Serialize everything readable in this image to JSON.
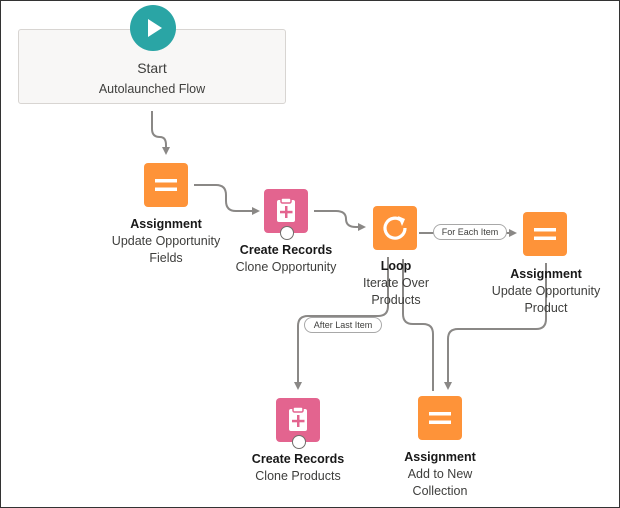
{
  "start": {
    "title": "Start",
    "subtitle": "Autolaunched Flow"
  },
  "nodes": [
    {
      "id": "assign1",
      "type": "Assignment",
      "name": "Update Opportunity Fields",
      "name_lines": [
        "Update Opportunity",
        "Fields"
      ],
      "icon": "equals-icon",
      "color": "#fe9339"
    },
    {
      "id": "create1",
      "type": "Create Records",
      "name": "Clone Opportunity",
      "name_lines": [
        "Clone Opportunity"
      ],
      "icon": "clipboard-plus-icon",
      "color": "#e3648f"
    },
    {
      "id": "loop",
      "type": "Loop",
      "name": "Iterate Over Products",
      "name_lines": [
        "Iterate Over",
        "Products"
      ],
      "icon": "loop-icon",
      "color": "#fe9339"
    },
    {
      "id": "assign2",
      "type": "Assignment",
      "name": "Update Opportunity Product",
      "name_lines": [
        "Update Opportunity",
        "Product"
      ],
      "icon": "equals-icon",
      "color": "#fe9339"
    },
    {
      "id": "create2",
      "type": "Create Records",
      "name": "Clone Products",
      "name_lines": [
        "Clone Products"
      ],
      "icon": "clipboard-plus-icon",
      "color": "#e3648f"
    },
    {
      "id": "assign3",
      "type": "Assignment",
      "name": "Add to New Collection",
      "name_lines": [
        "Add to New",
        "Collection"
      ],
      "icon": "equals-icon",
      "color": "#fe9339"
    }
  ],
  "connector_labels": {
    "for_each": "For Each Item",
    "after_last": "After Last Item"
  },
  "colors": {
    "start": "#2aa5a5",
    "assignment": "#fe9339",
    "create_records": "#e3648f",
    "connector": "#8a8886"
  }
}
